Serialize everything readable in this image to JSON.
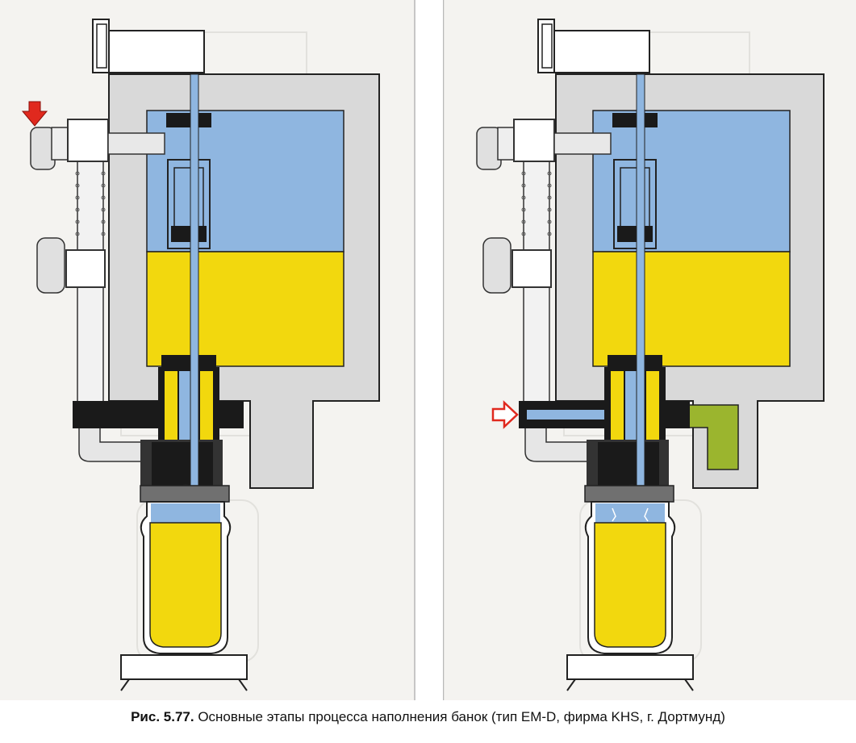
{
  "figure": {
    "caption_label": "Рис. 5.77.",
    "caption_text": " Основные этапы процесса наполнения банок (тип EM-D, фирма KHS, г. Дортмунд)"
  },
  "colors": {
    "background_panel": "#f4f3f0",
    "housing_gray": "#d9d9d9",
    "liquid_blue": "#8fb6e0",
    "liquid_yellow": "#f2d80e",
    "valve_black": "#1a1a1a",
    "arrow_red": "#e0291e",
    "return_green": "#9bb52e"
  },
  "panels": [
    {
      "id": "step-1",
      "arrow": "filled-down-arrow-icon",
      "return_line": false
    },
    {
      "id": "step-2",
      "arrow": "outline-right-arrow-icon",
      "return_line": true
    }
  ]
}
